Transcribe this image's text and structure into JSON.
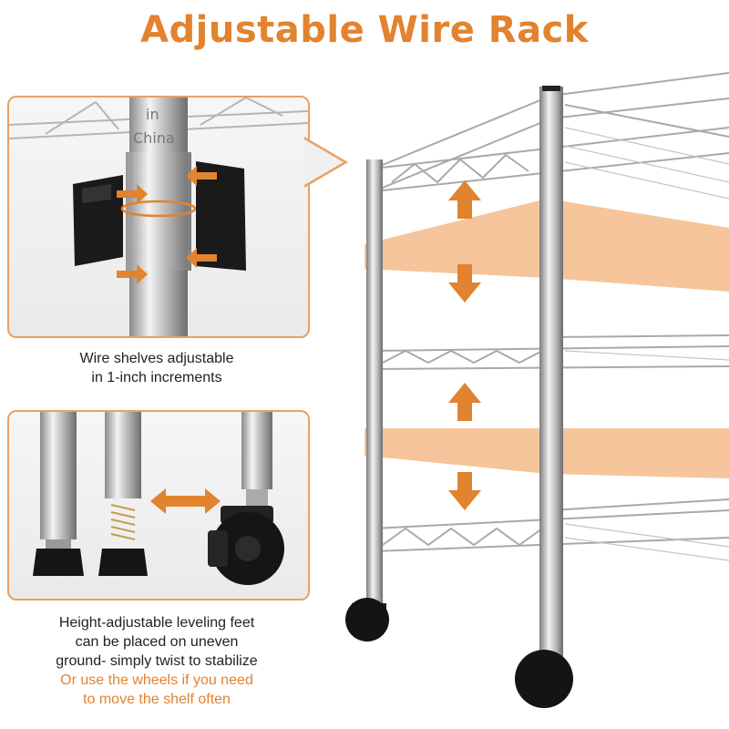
{
  "title": "Adjustable Wire Rack",
  "top_caption": [
    "Wire shelves adjustable",
    "in 1-inch increments"
  ],
  "bottom_caption": [
    "Height-adjustable leveling feet",
    "can be placed on uneven",
    "ground- simply twist to stabilize"
  ],
  "bottom_caption_highlight": [
    "Or use the wheels if you need",
    "to move the shelf often"
  ],
  "pole_engraving": [
    "in",
    "China"
  ],
  "colors": {
    "accent": "#e2832f",
    "panel_border": "#e8a262",
    "chrome": "#c8c8c8",
    "black": "#151515"
  },
  "icons": [
    "double-arrow-vertical-icon",
    "double-arrow-horizontal-icon",
    "caster-wheel-icon",
    "leveling-foot-icon"
  ]
}
